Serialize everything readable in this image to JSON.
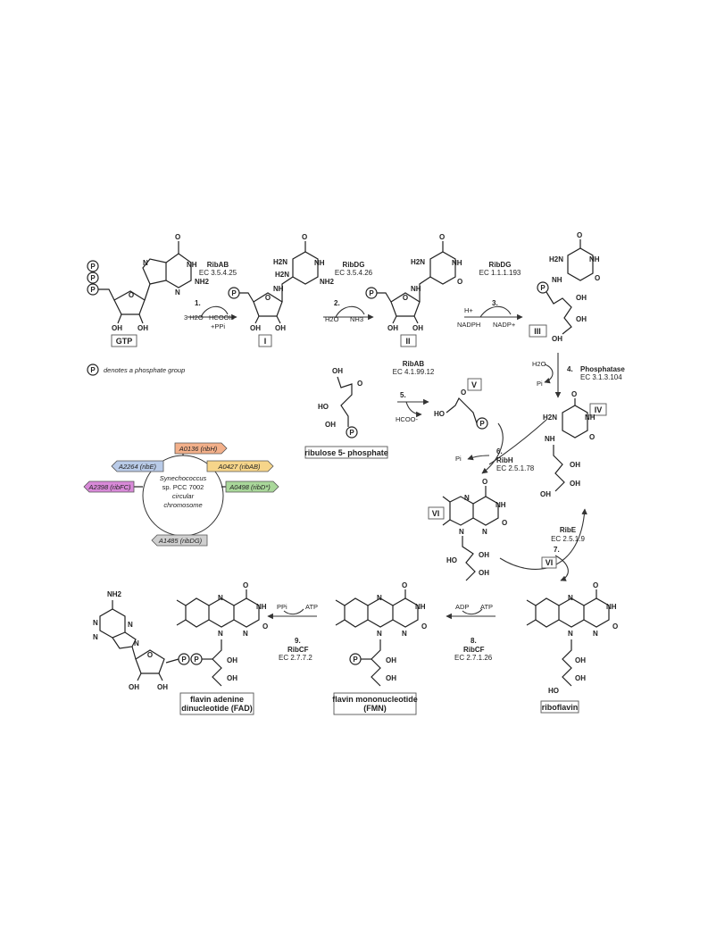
{
  "steps": [
    {
      "num": "1.",
      "enzyme": "RibAB",
      "ec": "EC 3.5.4.25",
      "co": [
        "3 H2O",
        "HCOOH",
        "+PPi"
      ]
    },
    {
      "num": "2.",
      "enzyme": "RibDG",
      "ec": "EC 3.5.4.26",
      "co": [
        "H2O",
        "NH3"
      ]
    },
    {
      "num": "3.",
      "enzyme": "RibDG",
      "ec": "EC 1.1.1.193",
      "co": [
        "H+",
        "NADPH",
        "NADP+"
      ]
    },
    {
      "num": "4.",
      "enzyme": "Phosphatase",
      "ec": "EC 3.1.3.104",
      "co": [
        "H2O",
        "Pi"
      ]
    },
    {
      "num": "5.",
      "enzyme": "RibAB",
      "ec": "EC 4.1.99.12",
      "co": [
        "HCOO-"
      ]
    },
    {
      "num": "6.",
      "enzyme": "RibH",
      "ec": "EC 2.5.1.78",
      "co": [
        "Pi"
      ]
    },
    {
      "num": "7.",
      "enzyme": "RibE",
      "ec": "EC 2.5.1.9",
      "co": [
        "VI"
      ]
    },
    {
      "num": "8.",
      "enzyme": "RibCF",
      "ec": "EC 2.7.1.26",
      "co": [
        "ADP",
        "ATP"
      ]
    },
    {
      "num": "9.",
      "enzyme": "RibCF",
      "ec": "EC 2.7.7.2",
      "co": [
        "PPi",
        "ATP"
      ]
    }
  ],
  "compounds": {
    "gtp": "GTP",
    "i": "I",
    "ii": "II",
    "iii": "III",
    "iv": "IV",
    "v": "V",
    "vi": "VI",
    "ribulose": "ribulose 5- phosphate",
    "riboflavin": "riboflavin",
    "fmn_1": "flavin mononucleotide",
    "fmn_2": "(FMN)",
    "fad_1": "flavin adenine",
    "fad_2": "dinucleotide (FAD)"
  },
  "legend": {
    "symbol": "P",
    "text": "denotes a phosphate group"
  },
  "chromosome": {
    "organism": [
      "Synechococcus",
      "sp. PCC 7002",
      "circular",
      "chromosome"
    ],
    "genes": [
      {
        "label": "A0136 (ribH)",
        "color": "#f3b08a"
      },
      {
        "label": "A0427 (ribAB)",
        "color": "#f6d58a"
      },
      {
        "label": "A2264 (ribE)",
        "color": "#b9cbe8"
      },
      {
        "label": "A0498 (ribD*)",
        "color": "#a9d79a"
      },
      {
        "label": "A2398 (ribFC)",
        "color": "#d889d8"
      },
      {
        "label": "A1485 (ribDG)",
        "color": "#cfcfcf"
      }
    ]
  },
  "atoms": {
    "nh": "NH",
    "nh2": "NH2",
    "n": "N",
    "o": "O",
    "oh": "OH",
    "ho": "HO",
    "p": "P",
    "h2n": "H2N"
  }
}
